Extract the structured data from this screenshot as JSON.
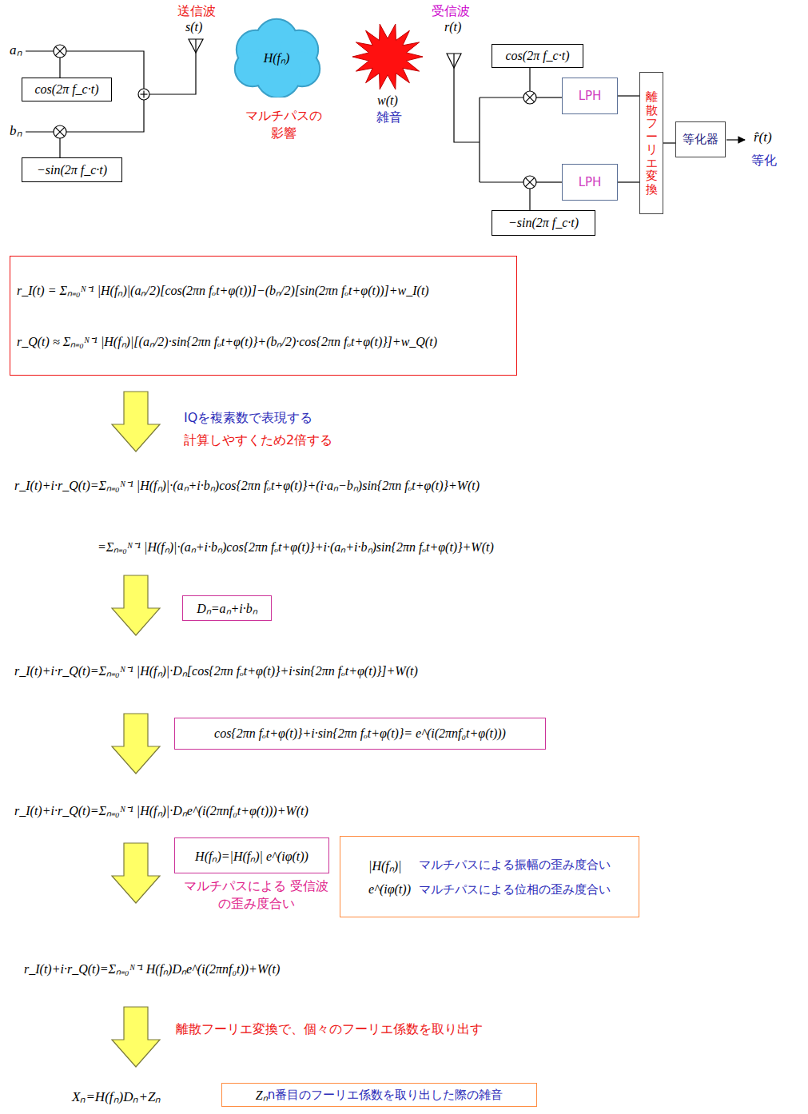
{
  "diagram": {
    "nodes": [
      {
        "text": [
          "cos(2π f_c·t)"
        ]
      },
      {
        "text": [
          "−sin(2π f_c·t)"
        ]
      },
      {
        "text": [
          "H(fₙ)"
        ]
      },
      {
        "text": [
          "w(t)"
        ]
      },
      {
        "text": [
          "cos(2π f_c·t)"
        ]
      },
      {
        "text": [
          "LPH"
        ]
      },
      {
        "text": [
          "LPH"
        ]
      },
      {
        "text": [
          "−sin(2π f_c·t)"
        ]
      },
      {
        "text": [
          "離散フーリエ変換"
        ]
      },
      {
        "text": [
          "等化器"
        ]
      },
      {
        "text": [
          "r_I(t) = Σₙ₌₀ᴺ⁻¹ |H(fₙ)|(aₙ/2)[cos(2πn fₒt+φ(t))]−(bₙ/2)[sin(2πn fₒt+φ(t))]+w_I(t)",
          "r_Q(t) ≈ Σₙ₌₀ᴺ⁻¹ |H(fₙ)|[(aₙ/2)·sin{2πn fₒt+φ(t)}+(bₙ/2)·cos{2πn fₒt+φ(t)}]+w_Q(t)"
        ]
      },
      {
        "text": [
          "Dₙ=aₙ+i·bₙ"
        ]
      },
      {
        "text": [
          "cos{2πn fₒt+φ(t)}+i·sin{2πn fₒt+φ(t)}= e^(i(2πnf₀t+φ(t)))"
        ]
      },
      {
        "text": [
          "H(fₙ)=|H(fₙ)| e^(iφ(t))"
        ]
      },
      {
        "text": [
          "|H(fₙ)|",
          "マルチパスによる振幅の歪み度合い",
          "e^(iφ(t))",
          "マルチパスによる位相の歪み度合い"
        ]
      },
      {
        "text": [
          "Zₙ",
          "n番目のフーリエ係数を取り出した際の雑音"
        ]
      }
    ],
    "edges": [
      {
        "from": 5,
        "to": 8,
        "arrow": "none"
      },
      {
        "from": 6,
        "to": 8,
        "arrow": "none"
      },
      {
        "from": 8,
        "to": 9,
        "arrow": "none"
      }
    ],
    "labels": [
      "送信波",
      "s(t)",
      "aₙ",
      "bₙ",
      "マルチパスの 影響",
      "雑音",
      "受信波",
      "r(t)",
      "r̂(t)",
      "等化",
      "IQを複素数で表現する",
      "計算しやすくため2倍する",
      "r_I(t)+i·r_Q(t)=Σₙ₌₀ᴺ⁻¹ |H(fₙ)|·(aₙ+i·bₙ)cos{2πn fₒt+φ(t)}+(i·aₙ−bₙ)sin{2πn fₒt+φ(t)}+W(t)",
      "=Σₙ₌₀ᴺ⁻¹ |H(fₙ)|·(aₙ+i·bₙ)cos{2πn fₒt+φ(t)}+i·(aₙ+i·bₙ)sin{2πn fₒt+φ(t)}+W(t)",
      "r_I(t)+i·r_Q(t)=Σₙ₌₀ᴺ⁻¹ |H(fₙ)|·Dₙ[cos{2πn fₒt+φ(t)}+i·sin{2πn fₒt+φ(t)}]+W(t)",
      "r_I(t)+i·r_Q(t)=Σₙ₌₀ᴺ⁻¹ |H(fₙ)|·Dₙe^(i(2πnf₀t+φ(t)))+W(t)",
      "マルチパスによる 受信波の歪み度合い",
      "r_I(t)+i·r_Q(t)=Σₙ₌₀ᴺ⁻¹ H(fₙ)Dₙe^(i(2πnf₀t))+W(t)",
      "離散フーリエ変換で、個々のフーリエ係数を取り出す",
      "Xₙ=H(fₙ)Dₙ+Zₙ"
    ]
  }
}
